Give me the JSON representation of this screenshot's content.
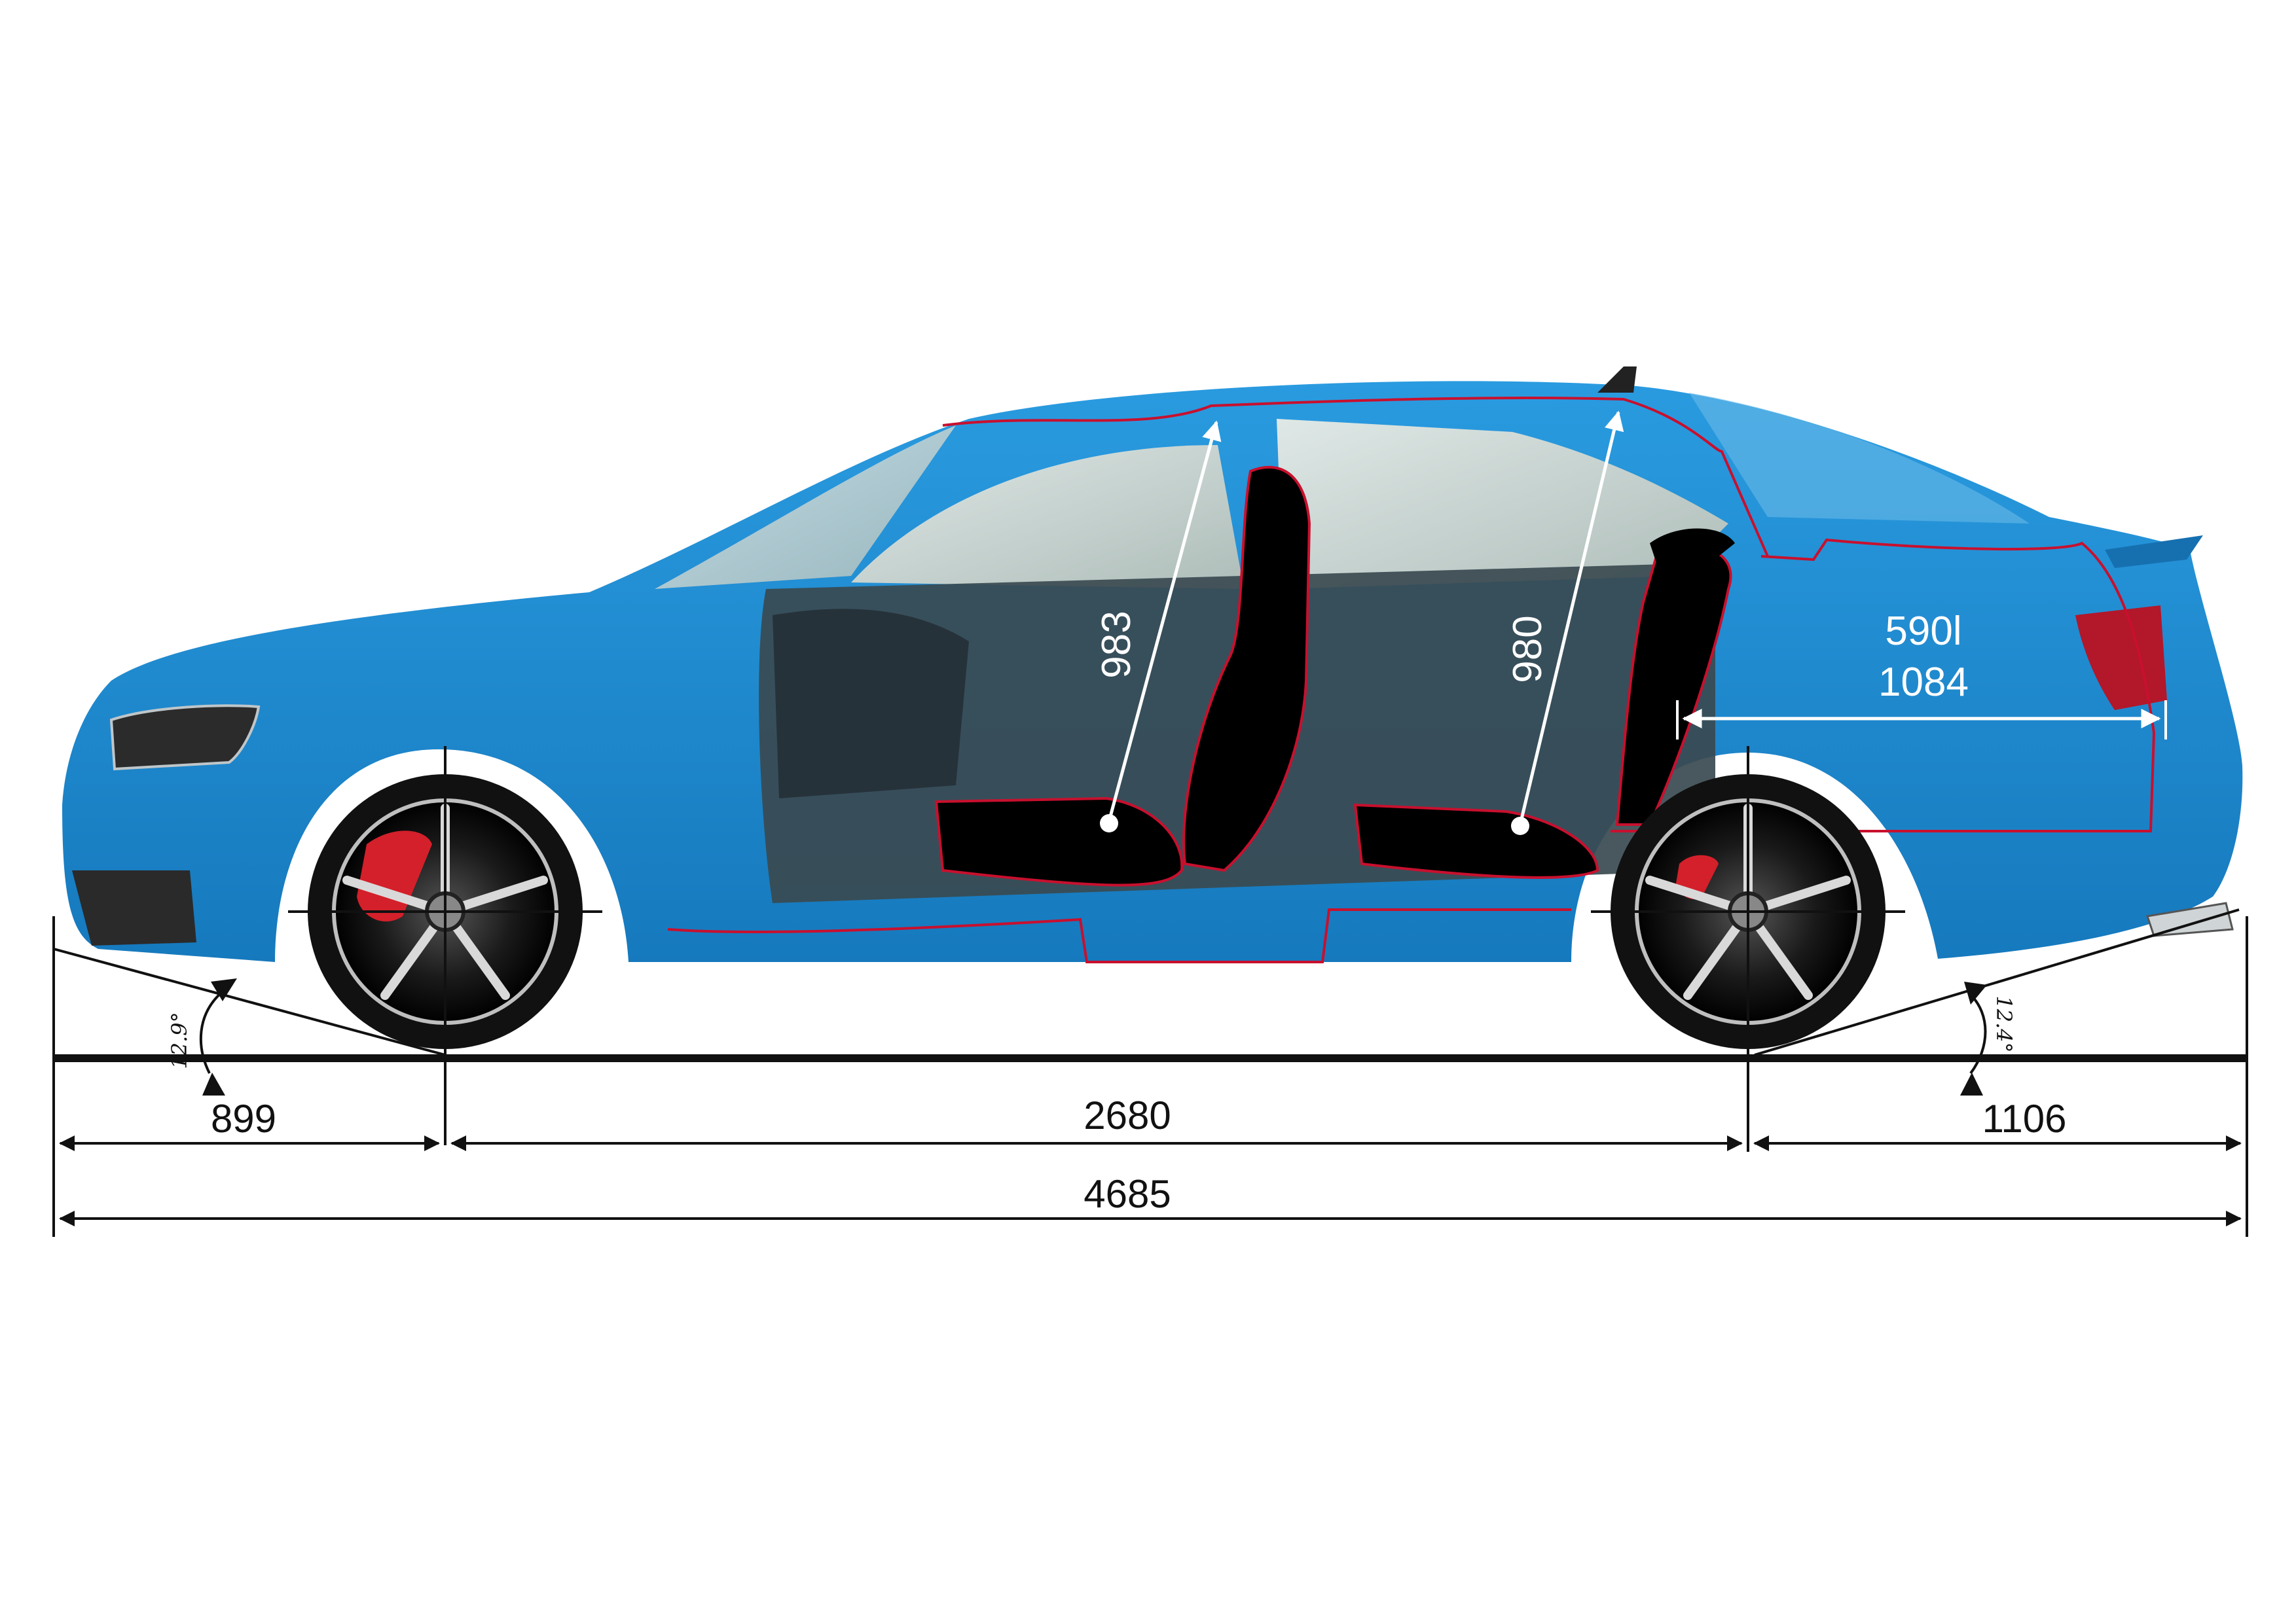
{
  "dimensions": {
    "front_overhang": "899",
    "wheelbase": "2680",
    "rear_overhang": "1106",
    "overall_length": "4685"
  },
  "angles": {
    "approach": "12.9°",
    "departure": "12.4°"
  },
  "interior": {
    "front_headroom": "983",
    "rear_headroom": "980",
    "boot_volume": "590l",
    "boot_length": "1084"
  },
  "colors": {
    "body": "#1d8ed2",
    "body_dark": "#1670b0",
    "outline_red": "#c8102e",
    "seat": "#000000",
    "dimension_line": "#111111",
    "brake_caliper": "#d4202a"
  }
}
